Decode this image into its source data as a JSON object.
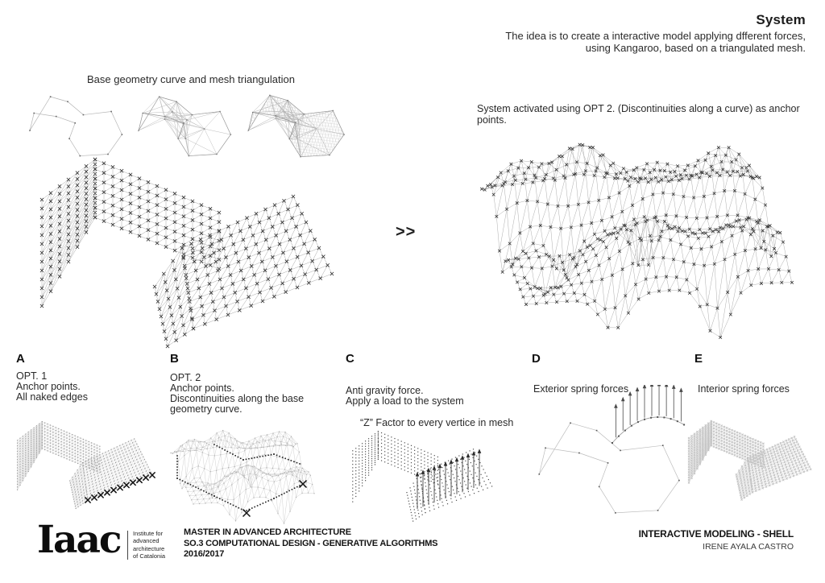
{
  "palette": {
    "paper": "#ffffff",
    "ink": "#1c1c1c",
    "mesh_line": "#aaaaaa",
    "mesh_marker": "#333333",
    "light_mesh": "#c8c8c8",
    "anchor_black": "#111111"
  },
  "header": {
    "title": "System",
    "line1": "The idea is to create a interactive model applying dfferent forces,",
    "line2": "using Kangaroo, based on a triangulated mesh."
  },
  "captions": {
    "base_geometry": "Base geometry curve and mesh triangulation",
    "activated": "System activated using OPT 2. (Discontinuities along a curve) as anchor points.",
    "arrow": ">>"
  },
  "sections": [
    {
      "letter": "A",
      "lines": [
        "OPT. 1",
        "Anchor points.",
        "All naked edges"
      ]
    },
    {
      "letter": "B",
      "lines": [
        "OPT. 2",
        "Anchor points.",
        "Discontinuities along the base",
        "geometry curve."
      ]
    },
    {
      "letter": "C",
      "lines": [
        "Anti gravity force.",
        "Apply a load to the system"
      ],
      "note": "“Z” Factor to every vertice in mesh"
    },
    {
      "letter": "D",
      "lines": [
        "Exterior spring forces"
      ]
    },
    {
      "letter": "E",
      "lines": [
        "Interior spring forces"
      ]
    }
  ],
  "footer": {
    "logo_text": "Iaac",
    "institute_lines": [
      "Institute for",
      "advanced",
      "architecture",
      "of Catalonia"
    ],
    "program_lines": [
      "MASTER IN ADVANCED ARCHITECTURE",
      "SO.3 COMPUTATIONAL DESIGN - GENERATIVE ALGORITHMS",
      "2016/2017"
    ],
    "project_title": "INTERACTIVE MODELING - SHELL",
    "author": "IRENE AYALA CASTRO"
  }
}
